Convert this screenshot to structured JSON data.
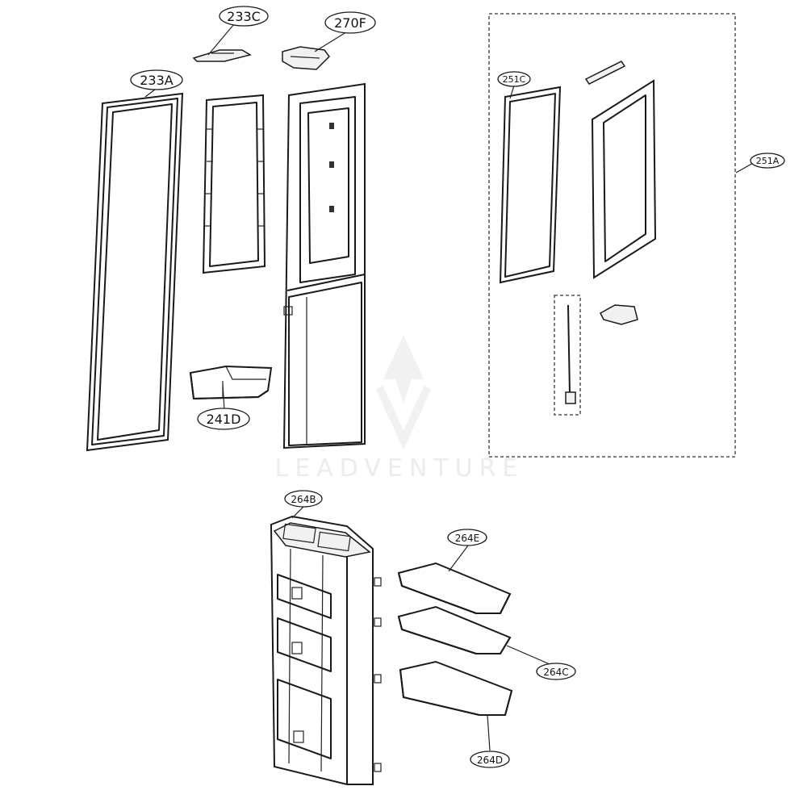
{
  "diagram": {
    "labels": {
      "l233C": "233C",
      "l270F": "270F",
      "l233A": "233A",
      "l241D": "241D",
      "l251C": "251C",
      "l251A": "251A",
      "l264B": "264B",
      "l264E": "264E",
      "l264C": "264C",
      "l264D": "264D"
    },
    "watermark": "LEADVENTURE"
  }
}
